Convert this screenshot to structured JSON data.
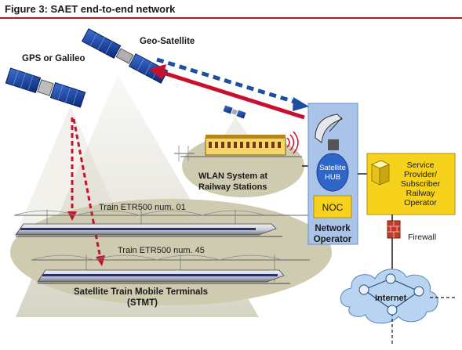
{
  "figure": {
    "title": "Figure 3: SAET end-to-end network"
  },
  "satellites": {
    "geo": {
      "label": "Geo-Satellite",
      "icon": "geo-satellite-icon"
    },
    "gps": {
      "label": "GPS or Galileo",
      "icon": "gps-satellite-icon"
    },
    "small": {
      "icon": "small-satellite-icon"
    }
  },
  "wlan": {
    "line1": "WLAN System at",
    "line2": "Railway Stations",
    "icon": "railway-station-icon"
  },
  "trains": {
    "train1": "Train ETR500 num. 01",
    "train2": "Train ETR500 num. 45",
    "stmt_line1": "Satellite Train Mobile Terminals",
    "stmt_line2": "(STMT)",
    "icon": "train-icon"
  },
  "operator": {
    "hub_line1": "Satellite",
    "hub_line2": "HUB",
    "noc": "NOC",
    "label_line1": "Network",
    "label_line2": "Operator",
    "icon": "satellite-dish-icon"
  },
  "service_provider": {
    "line1": "Service",
    "line2": "Provider/",
    "line3": "Subscriber",
    "line4": "Railway",
    "line5": "Operator",
    "icon": "server-icon"
  },
  "firewall": {
    "label": "Firewall",
    "icon": "firewall-icon"
  },
  "internet": {
    "label": "Internet",
    "icon": "router-icon"
  },
  "colors": {
    "title_rule": "#b01c1c",
    "link_red": "#c8102e",
    "link_blue": "#1f4fa0",
    "operator_blue": "#a9c4e8",
    "provider_yellow": "#f7d21c",
    "ellipse": "#cfcbb0",
    "cloud": "#b8d4f0"
  }
}
